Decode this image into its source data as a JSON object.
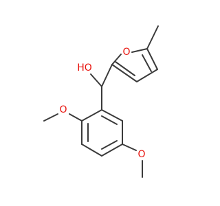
{
  "molecule": {
    "labels": {
      "hydroxyl": "HO",
      "furan_oxygen": "O",
      "methoxy_top": "O",
      "methoxy_bottom": "O"
    },
    "colors": {
      "bond": "#3a3a3a",
      "oxygen": "#e8120c",
      "background": "#ffffff"
    }
  }
}
